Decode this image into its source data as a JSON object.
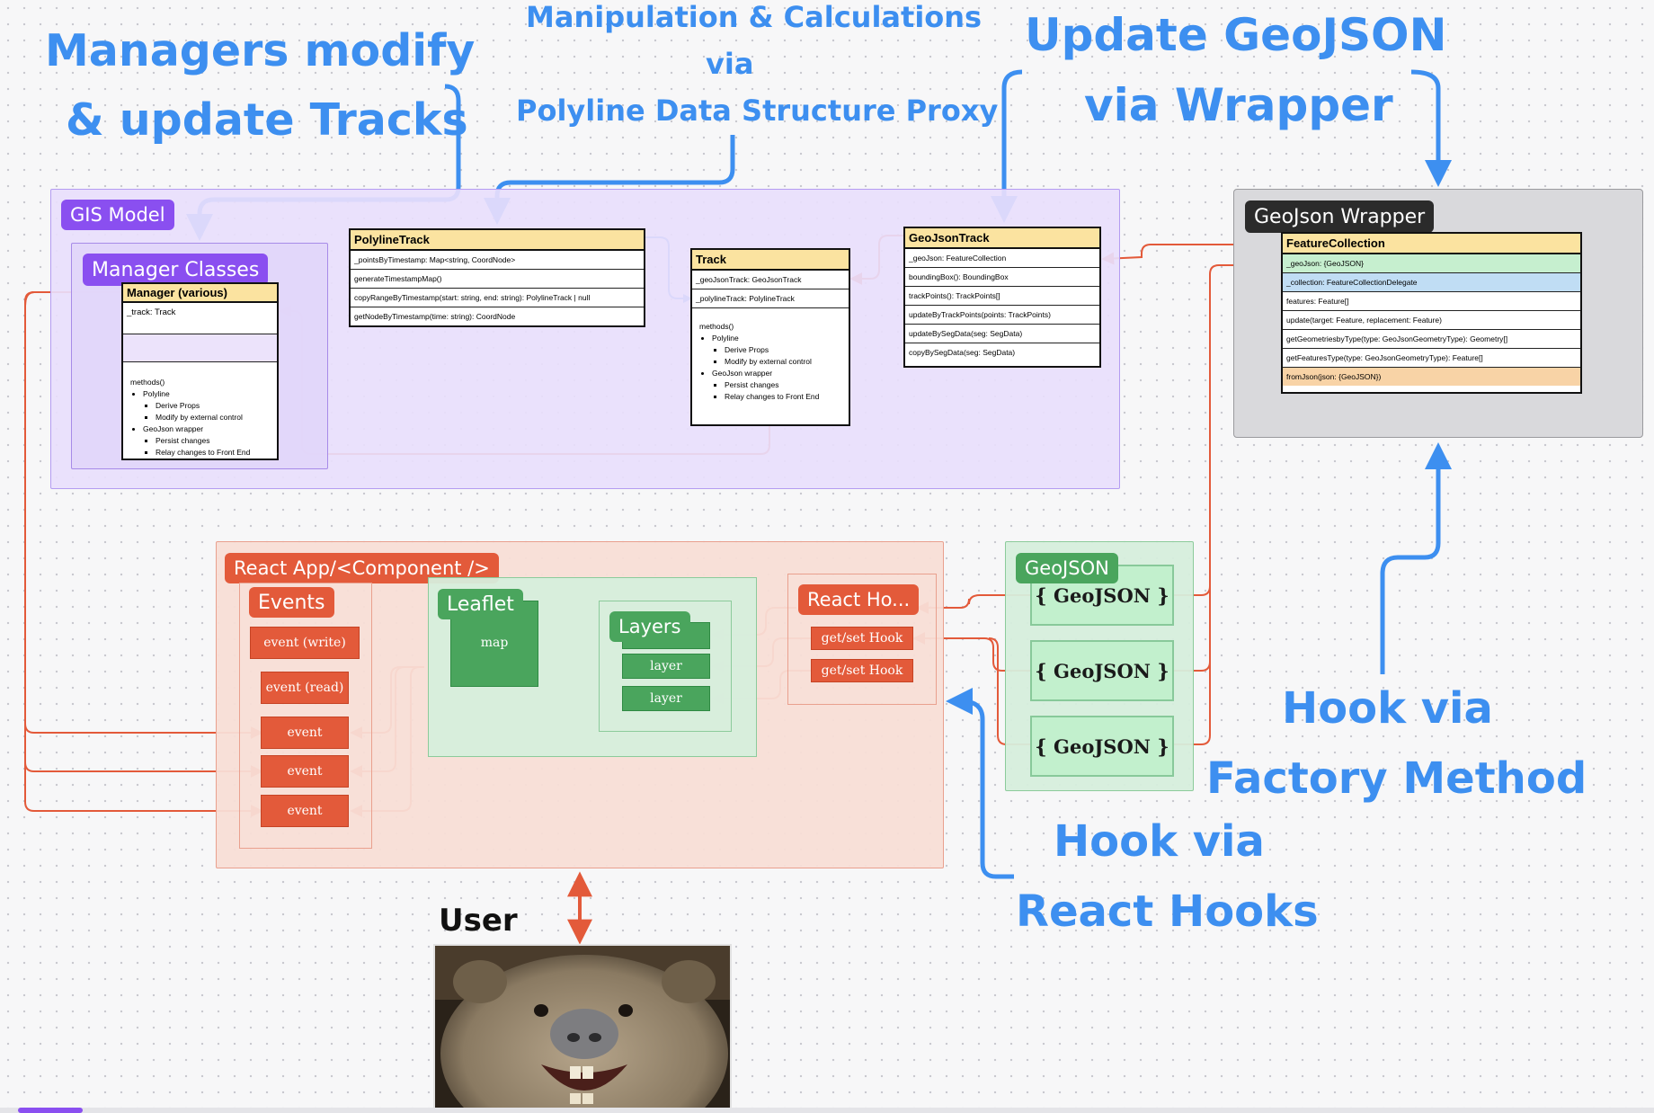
{
  "annotations": {
    "managers": [
      "Managers modify",
      "& update Tracks"
    ],
    "manipulation": [
      "Manipulation & Calculations",
      "via",
      "Polyline Data Structure Proxy"
    ],
    "update_geojson": [
      "Update GeoJSON",
      "via Wrapper"
    ],
    "hook_factory": [
      "Hook via",
      "Factory Method"
    ],
    "hook_react": [
      "Hook via",
      "React Hooks"
    ],
    "user": "User"
  },
  "gis_model": {
    "label": "GIS Model",
    "manager_classes_label": "Manager Classes",
    "manager": {
      "title": "Manager (various)",
      "fields": [
        "_track: Track"
      ],
      "methods_heading": "methods()",
      "methods": [
        {
          "name": "Polyline",
          "items": [
            "Derive Props",
            "Modify by external control"
          ]
        },
        {
          "name": "GeoJson wrapper",
          "items": [
            "Persist changes",
            "Relay changes to Front End"
          ]
        }
      ]
    },
    "polyline_track": {
      "title": "PolylineTrack",
      "rows": [
        "_pointsByTimestamp: Map<string, CoordNode>",
        "generateTimestampMap()",
        "copyRangeByTimestamp(start: string, end: string): PolylineTrack | null",
        "getNodeByTimestamp(time: string): CoordNode"
      ]
    },
    "track": {
      "title": "Track",
      "rows": [
        "_geoJsonTrack: GeoJsonTrack",
        "_polylineTrack: PolylineTrack"
      ],
      "methods_heading": "methods()",
      "methods": [
        {
          "name": "Polyline",
          "items": [
            "Derive Props",
            "Modify by external control"
          ]
        },
        {
          "name": "GeoJson wrapper",
          "items": [
            "Persist changes",
            "Relay changes to Front End"
          ]
        }
      ]
    },
    "geojson_track": {
      "title": "GeoJsonTrack",
      "rows": [
        "_geoJson: FeatureCollection",
        "boundingBox(): BoundingBox",
        "trackPoints(): TrackPoints[]",
        "updateByTrackPoints(points: TrackPoints)",
        "updateBySegData(seg: SegData)",
        "copyBySegData(seg: SegData)"
      ]
    }
  },
  "geojson_wrapper": {
    "label": "GeoJson Wrapper",
    "feature_collection": {
      "title": "FeatureCollection",
      "rows": [
        "_geoJson: {GeoJSON}",
        "_collection: FeatureCollectionDelegate",
        "features: Feature[]",
        "update(target: Feature, replacement: Feature)",
        "getGeometriesbyType(type: GeoJsonGeometryType): Geometry[]",
        "getFeaturesType(type: GeoJsonGeometryType): Feature[]",
        "fromJson(json: {GeoJSON})"
      ]
    }
  },
  "react_app": {
    "label": "React App/<Component />",
    "events_label": "Events",
    "events": [
      "event (write)",
      "event (read)",
      "event",
      "event",
      "event"
    ],
    "leaflet_label": "Leaflet",
    "map_label": "map",
    "layers_label": "Layers",
    "layers": [
      "layer",
      "layer"
    ],
    "react_hooks_label": "React Ho...",
    "hooks": [
      "get/set Hook",
      "get/set Hook"
    ]
  },
  "geojson_group": {
    "label": "GeoJSON",
    "items": [
      "{ GeoJSON }",
      "{ GeoJSON }",
      "{ GeoJSON }"
    ]
  },
  "colors": {
    "annotation_blue": "#3d8ff0",
    "gis_purple": "#8a4ff0",
    "react_red": "#e35a3a",
    "geojson_green": "#4aa55d",
    "wrapper_dark": "#2b2b2b"
  }
}
